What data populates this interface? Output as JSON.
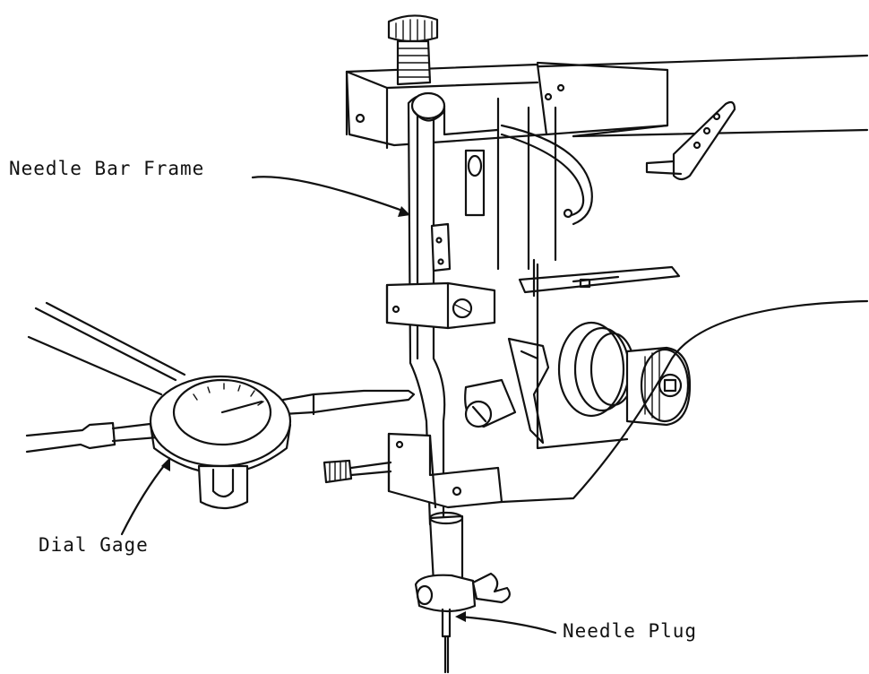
{
  "labels": {
    "needle_bar_frame": "Needle Bar Frame",
    "dial_gage": "Dial Gage",
    "needle_plug": "Needle Plug"
  },
  "colors": {
    "ink": "#111111",
    "paper": "#ffffff"
  }
}
